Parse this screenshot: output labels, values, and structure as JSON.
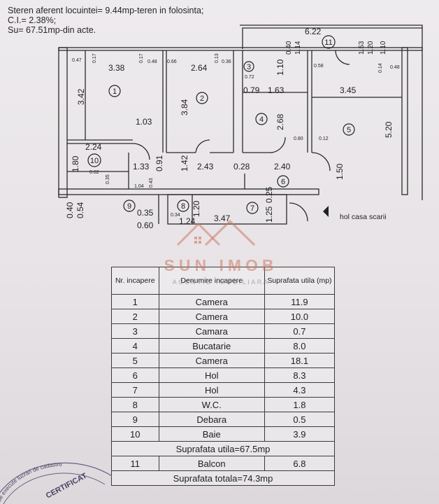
{
  "header": {
    "line1": "Steren aferent locuintei= 9.44mp-teren in folosinta;",
    "line2": "C.I.= 2.38%;",
    "line3": "Su= 67.51mp-din acte."
  },
  "plan": {
    "rooms": [
      "1",
      "2",
      "3",
      "4",
      "5",
      "6",
      "7",
      "8",
      "9",
      "10",
      "11"
    ],
    "dims": {
      "d622": "6.22",
      "d338": "3.38",
      "d264": "2.64",
      "d110a": "1.10",
      "d163": "1.63",
      "d345": "3.45",
      "d079": "0.79",
      "d342": "3.42",
      "d384": "3.84",
      "d268": "2.68",
      "d520": "5.20",
      "d103": "1.03",
      "d224": "2.24",
      "d180": "1.80",
      "d133": "1.33",
      "d091": "0.91",
      "d142": "1.42",
      "d243": "2.43",
      "d028": "0.28",
      "d240": "2.40",
      "d150": "1.50",
      "d040": "0.40",
      "d054": "0.54",
      "d035": "0.35",
      "d060": "0.60",
      "d120": "1.20",
      "d124": "1.24",
      "d347": "3.47",
      "d125a": "1.25",
      "d025": "0.25",
      "d040b": "0.40",
      "d114": "1.14",
      "d153": "1.53",
      "d120b": "1.20",
      "d110b": "1.10"
    },
    "small_dims": {
      "s047": "0.47",
      "s017a": "0.17",
      "s048": "0.48",
      "s066": "0.66",
      "s017b": "0.17",
      "s013": "0.13",
      "s036": "0.36",
      "s072": "0.72",
      "s058": "0.58",
      "s014": "0.14",
      "s048b": "0.48",
      "s080": "0.80",
      "s012": "0.12",
      "s062": "0.62",
      "s035": "0.35",
      "s104": "1.04",
      "s043": "0.43",
      "s034": "0.34"
    },
    "stair_label": "hol casa scarii"
  },
  "watermark": {
    "brand": "SUN IMOB",
    "subtitle": "AGENTIE IMOBILIARA"
  },
  "table": {
    "headers": {
      "nr": "Nr. incapere",
      "name": "Denumire incapere",
      "area": "Suprafata utila (mp)"
    },
    "rows": [
      {
        "nr": "1",
        "name": "Camera",
        "area": "11.9"
      },
      {
        "nr": "2",
        "name": "Camera",
        "area": "10.0"
      },
      {
        "nr": "3",
        "name": "Camara",
        "area": "0.7"
      },
      {
        "nr": "4",
        "name": "Bucatarie",
        "area": "8.0"
      },
      {
        "nr": "5",
        "name": "Camera",
        "area": "18.1"
      },
      {
        "nr": "6",
        "name": "Hol",
        "area": "8.3"
      },
      {
        "nr": "7",
        "name": "Hol",
        "area": "4.3"
      },
      {
        "nr": "8",
        "name": "W.C.",
        "area": "1.8"
      },
      {
        "nr": "9",
        "name": "Debara",
        "area": "0.5"
      },
      {
        "nr": "10",
        "name": "Baie",
        "area": "3.9"
      }
    ],
    "usable_total": "Suprafata utila=67.5mp",
    "balcony": {
      "nr": "11",
      "name": "Balcon",
      "area": "6.8"
    },
    "grand_total": "Suprafata totala=74.3mp"
  },
  "stamp": {
    "arc_text": "Se execute lucrari de cadastru",
    "word": "CERTIFICAT"
  }
}
